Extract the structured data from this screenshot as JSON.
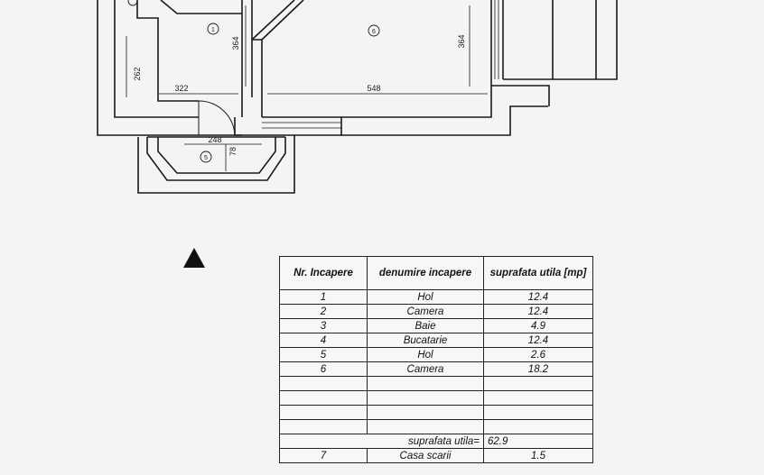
{
  "plan": {
    "dimensions": {
      "d262": "262",
      "d322": "322",
      "d364a": "364",
      "d364b": "364",
      "d548": "548",
      "d248": "248",
      "d78": "78"
    },
    "room_markers": {
      "m1": "1",
      "m6": "6",
      "m5": "5"
    }
  },
  "table": {
    "headers": {
      "nr": "Nr. Incapere",
      "name": "denumire incapere",
      "area": "suprafata utila [mp]"
    },
    "rows": [
      {
        "nr": "1",
        "name": "Hol",
        "area": "12.4"
      },
      {
        "nr": "2",
        "name": "Camera",
        "area": "12.4"
      },
      {
        "nr": "3",
        "name": "Baie",
        "area": "4.9"
      },
      {
        "nr": "4",
        "name": "Bucatarie",
        "area": "12.4"
      },
      {
        "nr": "5",
        "name": "Hol",
        "area": "2.6"
      },
      {
        "nr": "6",
        "name": "Camera",
        "area": "18.2"
      }
    ],
    "total_label": "suprafata utila=",
    "total_value": "62.9",
    "extra_row": {
      "nr": "7",
      "name": "Casa scarii",
      "area": "1.5"
    }
  }
}
